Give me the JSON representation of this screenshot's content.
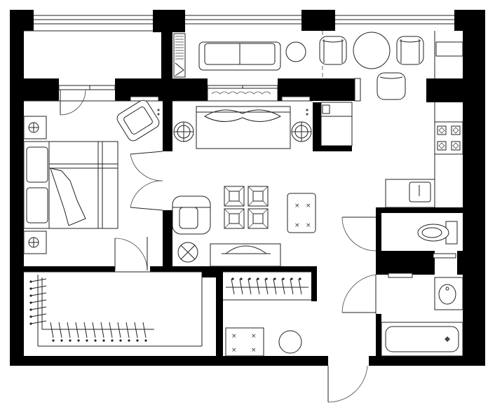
{
  "plan": {
    "rooms": [
      {
        "id": "bedroom"
      },
      {
        "id": "living-room"
      },
      {
        "id": "balcony"
      },
      {
        "id": "kitchen"
      },
      {
        "id": "wardrobe"
      },
      {
        "id": "storage"
      },
      {
        "id": "hallway"
      },
      {
        "id": "toilet"
      },
      {
        "id": "bathroom"
      }
    ],
    "icons": [
      "bed-icon",
      "nightstand-icon",
      "armchair-icon",
      "sofa-icon",
      "table-icon",
      "chair-icon",
      "stove-icon",
      "sink-icon",
      "toilet-icon",
      "bathtub-icon",
      "door-swing-icon",
      "radiator-icon",
      "clothes-rail-icon"
    ],
    "colors": {
      "wall": "#000000",
      "line": "#222222",
      "background": "#ffffff"
    }
  }
}
